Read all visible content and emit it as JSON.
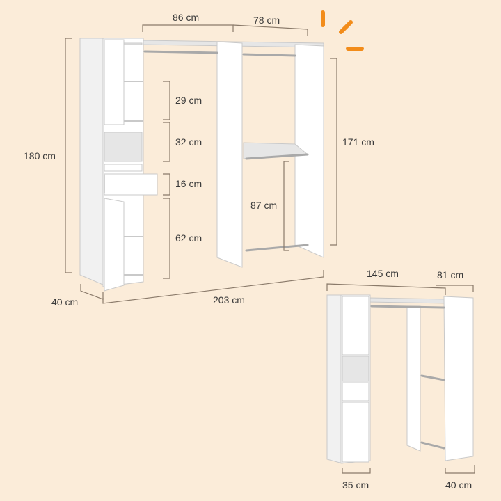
{
  "colors": {
    "background": "#fbecd9",
    "accent": "#f28c1a",
    "dimension_line": "#8a7a6a",
    "text": "#3a3a3a"
  },
  "icons": {
    "sparkle": "sparkle-icon"
  },
  "main_wardrobe": {
    "dimensions": {
      "top_left_width": "86 cm",
      "top_right_width": "78 cm",
      "height_total": "180 cm",
      "compartment_1": "29 cm",
      "compartment_2": "32 cm",
      "drawer": "16 cm",
      "compartment_bottom": "62 cm",
      "right_height": "171 cm",
      "hanging_height": "87 cm",
      "depth": "40 cm",
      "total_width": "203 cm"
    }
  },
  "compact_wardrobe": {
    "dimensions": {
      "top_width": "145 cm",
      "top_right_width": "81 cm",
      "column_depth": "35 cm",
      "right_depth": "40 cm"
    }
  }
}
